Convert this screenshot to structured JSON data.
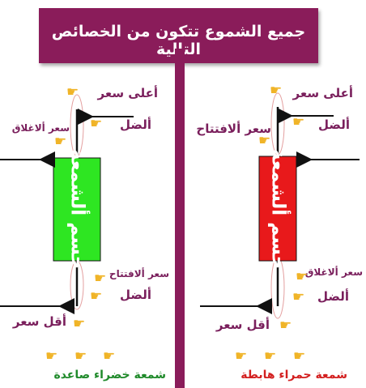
{
  "title": "جميع الشموع تتكون من الخصائص التالية",
  "green": {
    "top_price": "أعلى سعر",
    "shadow_top": "ألضل",
    "close_price": "سعر ألاغلاق",
    "body": "جسم ألشمعة",
    "open_price": "سعر ألافتتاح",
    "shadow_bottom": "ألضل",
    "low_price": "أقل سعر",
    "caption": "شمعة خضراء صاعدة",
    "body_color": "#2ee622"
  },
  "red": {
    "top_price": "أعلى سعر",
    "shadow_top": "ألضل",
    "open_price": "سعر ألافتتاح",
    "body": "جسم ألشمعة",
    "close_price": "سعر ألاغلاق",
    "shadow_bottom": "ألضل",
    "low_price": "أقل سعر",
    "caption": "شمعة حمراء هابطة",
    "body_color": "#e8191b"
  },
  "colors": {
    "banner": "#8a1c5a",
    "label": "#7a1f5c",
    "pointer": "#f0b428",
    "ellipse": "#e4a0a0"
  },
  "icons": {
    "pointer": "pointing-hand-icon",
    "arrow": "arrow-icon"
  }
}
